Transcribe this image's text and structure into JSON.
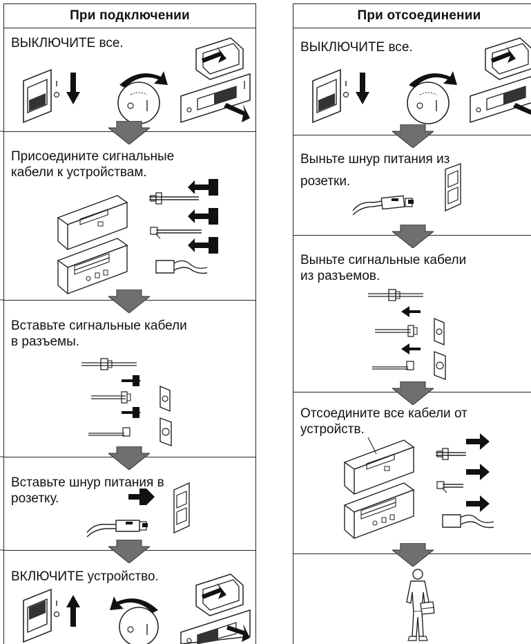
{
  "left_column": {
    "header": "При подключении",
    "steps": [
      "ВЫКЛЮЧИТЕ все.",
      "Присоедините сигнальные\nкабели к устройствам.",
      "Вставьте сигнальные кабели\nв разъемы.",
      "Вставьте шнур питания в\nрозетку.",
      "ВКЛЮЧИТЕ устройство."
    ]
  },
  "right_column": {
    "header": "При отсоединении",
    "steps": [
      "ВЫКЛЮЧИТЕ все.",
      "Выньте шнур питания из\nрозетки.",
      "Выньте сигнальные кабели\nиз разъемов.",
      "Отсоедините все кабели от\nустройств."
    ]
  },
  "colors": {
    "line": "#222222",
    "arrow_fill": "#6f6f6f",
    "background": "#ffffff"
  },
  "icons": [
    "power-switch-icon",
    "dial-knob-icon",
    "wall-switch-icon",
    "device-stack-icon",
    "cable-plug-icon",
    "wall-outlet-icon",
    "power-cord-icon",
    "person-carrying-icon",
    "direction-arrow-icon",
    "flow-down-arrow-icon"
  ]
}
